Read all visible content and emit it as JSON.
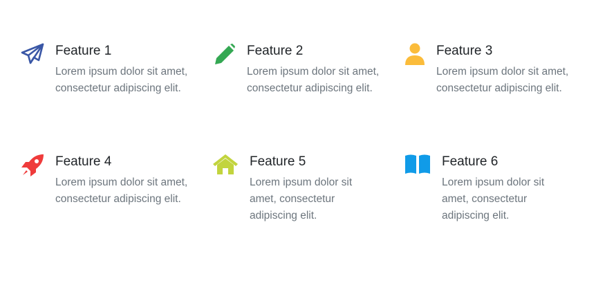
{
  "features": [
    {
      "title": "Feature 1",
      "description": "Lorem ipsum dolor sit amet, consectetur adipiscing elit.",
      "icon": "paper-plane-icon",
      "color": "#3a57a6"
    },
    {
      "title": "Feature 2",
      "description": "Lorem ipsum dolor sit amet, consectetur adipiscing elit.",
      "icon": "pencil-icon",
      "color": "#34a853"
    },
    {
      "title": "Feature 3",
      "description": "Lorem ipsum dolor sit amet, consectetur adipiscing elit.",
      "icon": "user-icon",
      "color": "#fbbc3b"
    },
    {
      "title": "Feature 4",
      "description": "Lorem ipsum dolor sit amet, consectetur adipiscing elit.",
      "icon": "rocket-icon",
      "color": "#ef3b3b"
    },
    {
      "title": "Feature 5",
      "description": "Lorem ipsum dolor sit amet, consectetur adipiscing elit.",
      "icon": "home-icon",
      "color": "#c2d43e"
    },
    {
      "title": "Feature 6",
      "description": "Lorem ipsum dolor sit amet, consectetur adipiscing elit.",
      "icon": "book-icon",
      "color": "#109be8"
    }
  ]
}
